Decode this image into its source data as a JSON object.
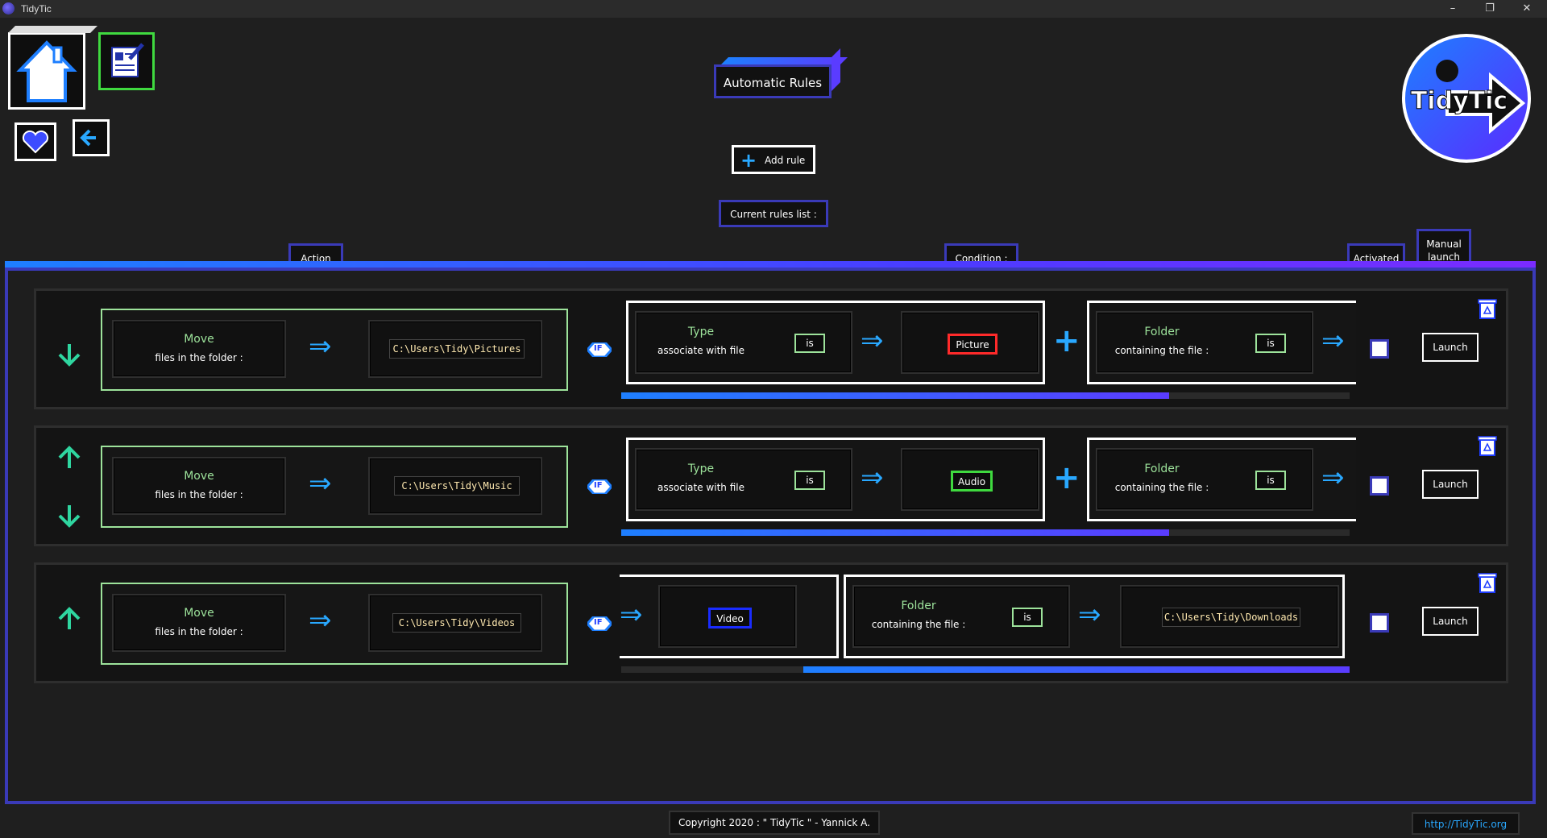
{
  "window": {
    "title": "TidyTic",
    "minimize": "–",
    "restore": "❐",
    "close": "✕"
  },
  "nav": {
    "home": "home-icon",
    "edit": "edit-icon",
    "favorite": "heart-icon",
    "back": "back-arrow-icon"
  },
  "logo": {
    "text": "TidyTic"
  },
  "header": {
    "title": "Automatic Rules",
    "add_rule": "Add rule",
    "add_icon": "+",
    "rules_list": "Current rules list :"
  },
  "columns": {
    "action": "Action",
    "condition": "Condition :",
    "activated": "Activated",
    "manual_launch_1": "Manual",
    "manual_launch_2": "launch"
  },
  "rules": [
    {
      "action_title": "Move",
      "action_sub": "files in the folder :",
      "target": "C:\\Users\\Tidy\\Pictures",
      "if": "IF",
      "cond1_title": "Type",
      "cond1_sub": "associate with file",
      "cond1_op": "is",
      "cond1_value": "Picture",
      "cond2_title": "Folder",
      "cond2_sub": "containing the file :",
      "cond2_op": "is",
      "launch": "Launch",
      "scroll": 0.75
    },
    {
      "action_title": "Move",
      "action_sub": "files in the folder :",
      "target": "C:\\Users\\Tidy\\Music",
      "if": "IF",
      "cond1_title": "Type",
      "cond1_sub": "associate with file",
      "cond1_op": "is",
      "cond1_value": "Audio",
      "cond2_title": "Folder",
      "cond2_sub": "containing the file :",
      "cond2_op": "is",
      "launch": "Launch",
      "scroll": 0.75
    },
    {
      "action_title": "Move",
      "action_sub": "files in the folder :",
      "target": "C:\\Users\\Tidy\\Videos",
      "if": "IF",
      "cond1_value": "Video",
      "cond2_title": "Folder",
      "cond2_sub": "containing the file :",
      "cond2_op": "is",
      "cond2_value": "C:\\Users\\Tidy\\Downloads",
      "launch": "Launch",
      "scroll": 0.75
    }
  ],
  "footer": {
    "copyright": "Copyright 2020 : \" TidyTic \" - Yannick A.",
    "link": "http://TidyTic.org"
  },
  "colors": {
    "accent_blue": "#1e7fff",
    "accent_purple": "#5a3cff",
    "green": "#9de39b",
    "picture_border": "#ff2a2a",
    "audio_border": "#3fd93f",
    "video_border": "#1a2cff"
  }
}
